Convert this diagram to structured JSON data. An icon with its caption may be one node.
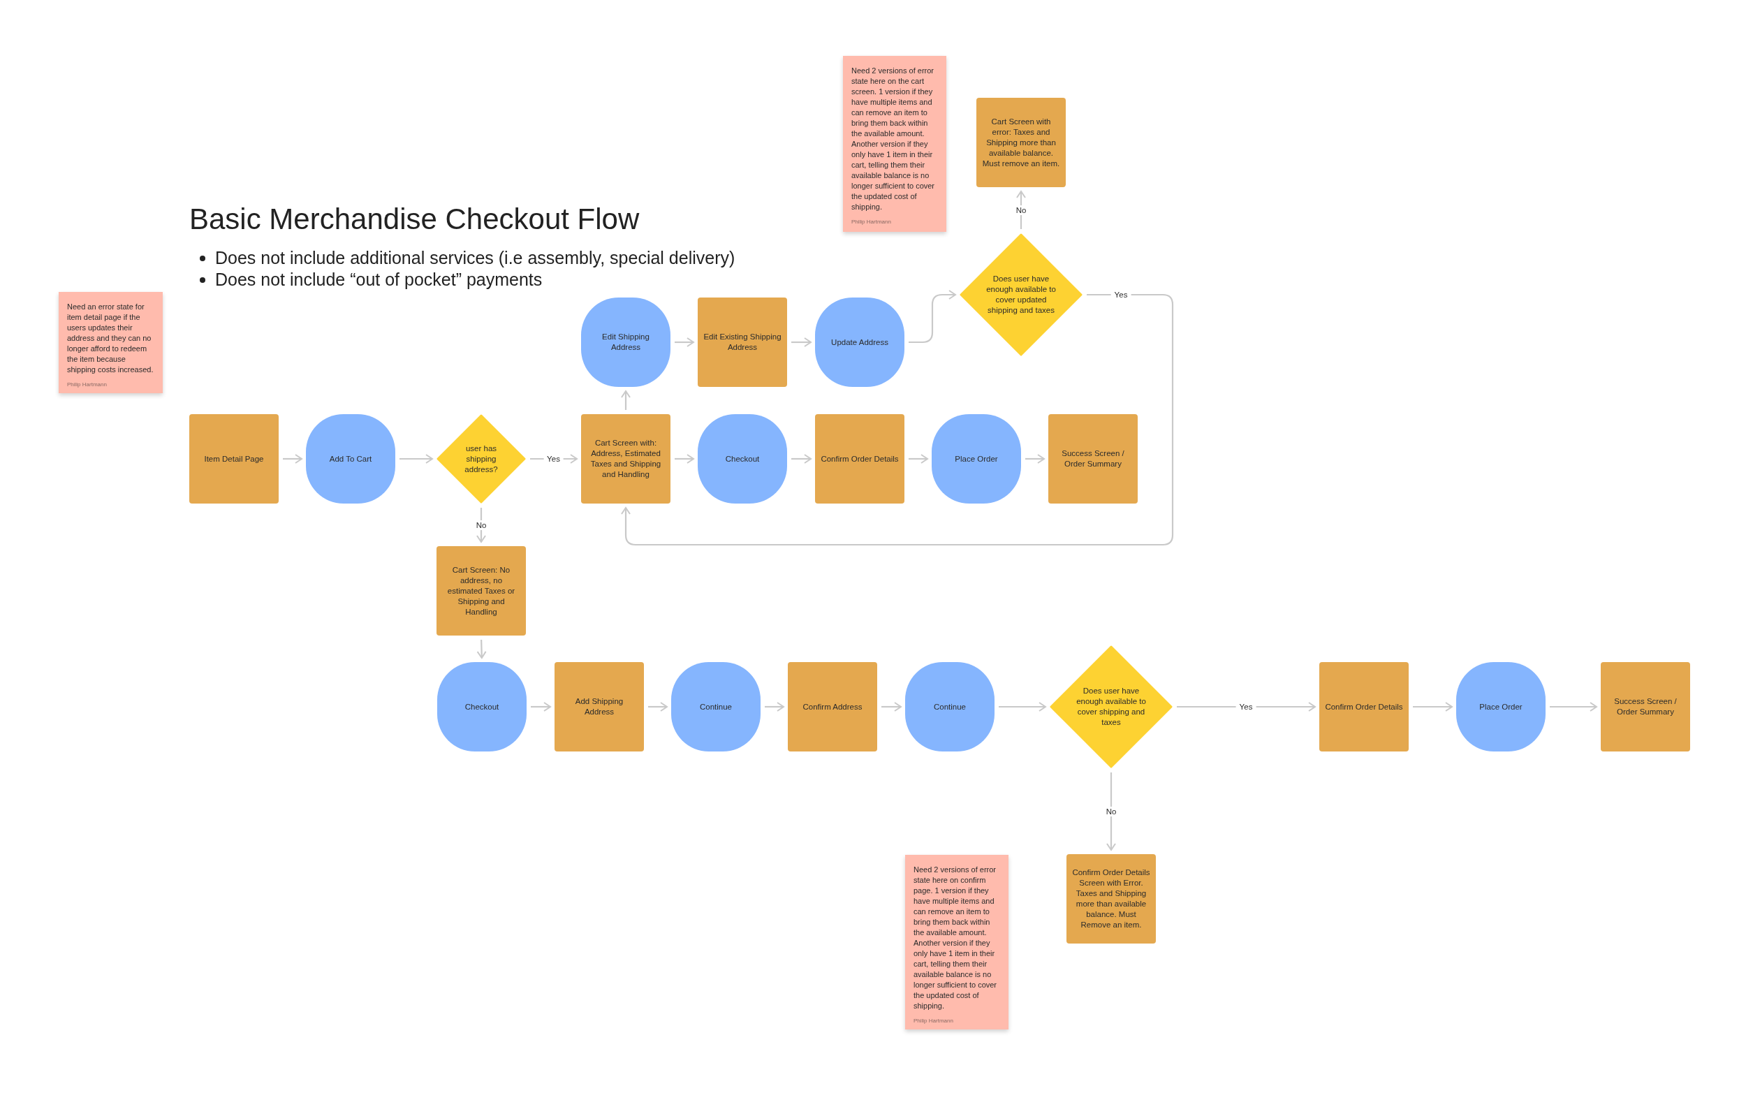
{
  "diagram": {
    "title": "Basic Merchandise Checkout Flow",
    "nodes": [
      {
        "text": [
          "Need an error state for item detail page if the users updates their address and they can no longer afford to redeem the item because shipping costs increased.",
          "Philip Hartmann"
        ]
      },
      {
        "text": [
          "Need 2 versions of error state here on the cart screen. 1 version if they have multiple items and can remove an item to bring them back within the available amount. Another version if they only have 1 item in their cart, telling them their available balance is no longer sufficient to cover the updated cost of shipping.",
          "Philip Hartmann"
        ]
      },
      {
        "text": [
          "Cart Screen with error: Taxes and Shipping more than available balance. Must remove an item."
        ]
      },
      {
        "text": [
          "Does user have enough available to cover updated shipping and taxes"
        ]
      },
      {
        "text": [
          "Edit Shipping Address"
        ]
      },
      {
        "text": [
          "Edit Existing Shipping Address"
        ]
      },
      {
        "text": [
          "Update Address"
        ]
      },
      {
        "text": [
          "Item Detail Page"
        ]
      },
      {
        "text": [
          "Add To Cart"
        ]
      },
      {
        "text": [
          "user has shipping address?"
        ]
      },
      {
        "text": [
          "Cart Screen with: Address, Estimated Taxes and Shipping and Handling"
        ]
      },
      {
        "text": [
          "Checkout"
        ]
      },
      {
        "text": [
          "Confirm Order Details"
        ]
      },
      {
        "text": [
          "Place Order"
        ]
      },
      {
        "text": [
          "Success Screen / Order Summary"
        ]
      },
      {
        "text": [
          "Cart Screen: No address, no estimated Taxes or Shipping and Handling"
        ]
      },
      {
        "text": [
          "Checkout"
        ]
      },
      {
        "text": [
          "Add Shipping Address"
        ]
      },
      {
        "text": [
          "Continue"
        ]
      },
      {
        "text": [
          "Confirm Address"
        ]
      },
      {
        "text": [
          "Continue"
        ]
      },
      {
        "text": [
          "Does user have enough available to cover shipping and taxes"
        ]
      },
      {
        "text": [
          "Confirm Order Details"
        ]
      },
      {
        "text": [
          "Place Order"
        ]
      },
      {
        "text": [
          "Success Screen / Order Summary"
        ]
      },
      {
        "text": [
          "Need 2 versions of error state here on confirm page. 1 version if they have multiple items and can remove an item to bring them back within the available amount. Another version if they only have 1 item in their cart, telling them their available balance is no longer sufficient to cover the updated cost of shipping.",
          "Philip Hartmann"
        ]
      },
      {
        "text": [
          "Confirm Order Details Screen with Error. Taxes and Shipping more than available balance. Must Remove an item."
        ]
      }
    ],
    "edges": [
      {
        "from": 3,
        "to": 2,
        "arrow": "to",
        "label": "No"
      },
      {
        "from": 3,
        "to": 10,
        "arrow": "to",
        "label": "Yes"
      },
      {
        "from": 10,
        "to": 4,
        "arrow": "to"
      },
      {
        "from": 4,
        "to": 5,
        "arrow": "to"
      },
      {
        "from": 5,
        "to": 6,
        "arrow": "to"
      },
      {
        "from": 6,
        "to": 3,
        "arrow": "to"
      },
      {
        "from": 7,
        "to": 8,
        "arrow": "to"
      },
      {
        "from": 8,
        "to": 9,
        "arrow": "to"
      },
      {
        "from": 9,
        "to": 10,
        "arrow": "to",
        "label": "Yes"
      },
      {
        "from": 10,
        "to": 11,
        "arrow": "to"
      },
      {
        "from": 11,
        "to": 12,
        "arrow": "to"
      },
      {
        "from": 12,
        "to": 13,
        "arrow": "to"
      },
      {
        "from": 13,
        "to": 14,
        "arrow": "to"
      },
      {
        "from": 9,
        "to": 15,
        "arrow": "to",
        "label": "No"
      },
      {
        "from": 15,
        "to": 16,
        "arrow": "to"
      },
      {
        "from": 16,
        "to": 17,
        "arrow": "to"
      },
      {
        "from": 17,
        "to": 18,
        "arrow": "to"
      },
      {
        "from": 18,
        "to": 19,
        "arrow": "to"
      },
      {
        "from": 19,
        "to": 20,
        "arrow": "to"
      },
      {
        "from": 20,
        "to": 21,
        "arrow": "to"
      },
      {
        "from": 21,
        "to": 22,
        "arrow": "to",
        "label": "Yes"
      },
      {
        "from": 22,
        "to": 23,
        "arrow": "to"
      },
      {
        "from": 23,
        "to": 24,
        "arrow": "to"
      },
      {
        "from": 21,
        "to": 26,
        "arrow": "to",
        "label": "No"
      }
    ],
    "labels": [
      "Does not include additional services (i.e assembly, special delivery)",
      "Does not include “out of pocket” payments"
    ]
  }
}
